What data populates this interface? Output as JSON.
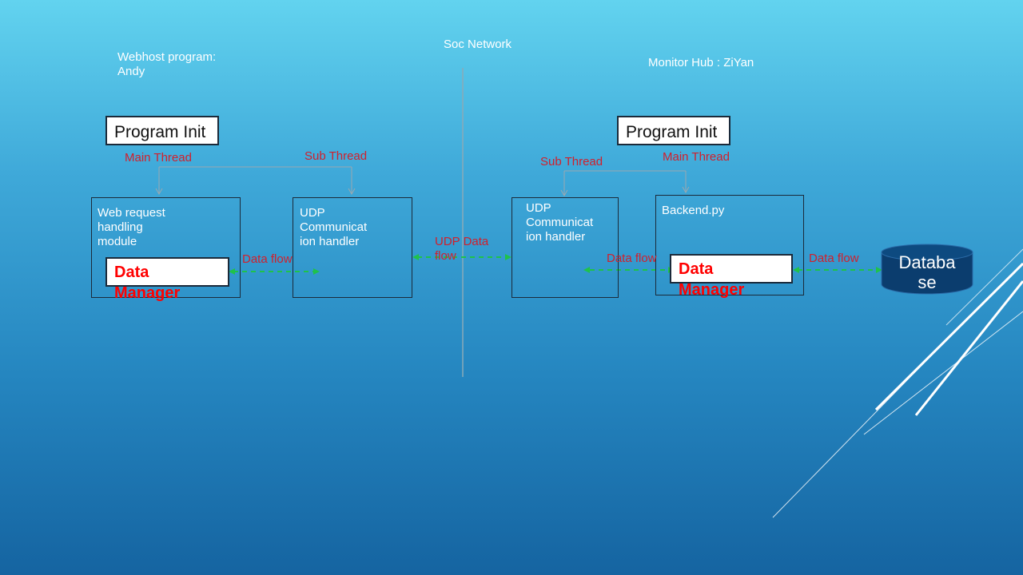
{
  "slide": {
    "network_label": "Soc Network",
    "left": {
      "title_line1": "Webhost program:",
      "title_line2": "Andy",
      "program_init": "Program Init",
      "main_thread": "Main Thread",
      "sub_thread": "Sub Thread",
      "web_module_line1": "Web request",
      "web_module_line2": "handling",
      "web_module_line3": "module",
      "udp_line1": "UDP",
      "udp_line2": "Communicat",
      "udp_line3": "ion handler",
      "data_manager": "Data Manager",
      "data_flow": "Data flow"
    },
    "center": {
      "udp_flow_line1": "UDP Data",
      "udp_flow_line2": "flow"
    },
    "right": {
      "title": "Monitor Hub : ZiYan",
      "program_init": "Program Init",
      "main_thread": "Main Thread",
      "sub_thread": "Sub Thread",
      "udp_line1": "UDP",
      "udp_line2": "Communicat",
      "udp_line3": "ion handler",
      "backend": "Backend.py",
      "data_manager": "Data Manager",
      "data_flow_left": "Data flow",
      "data_flow_right": "Data flow",
      "database_line1": "Databa",
      "database_line2": "se"
    },
    "colors": {
      "thread_label": "#d1202c",
      "data_manager_text": "#ff0000",
      "flow_arrow": "#1fc24a",
      "database_fill": "#0b3d6e"
    }
  }
}
